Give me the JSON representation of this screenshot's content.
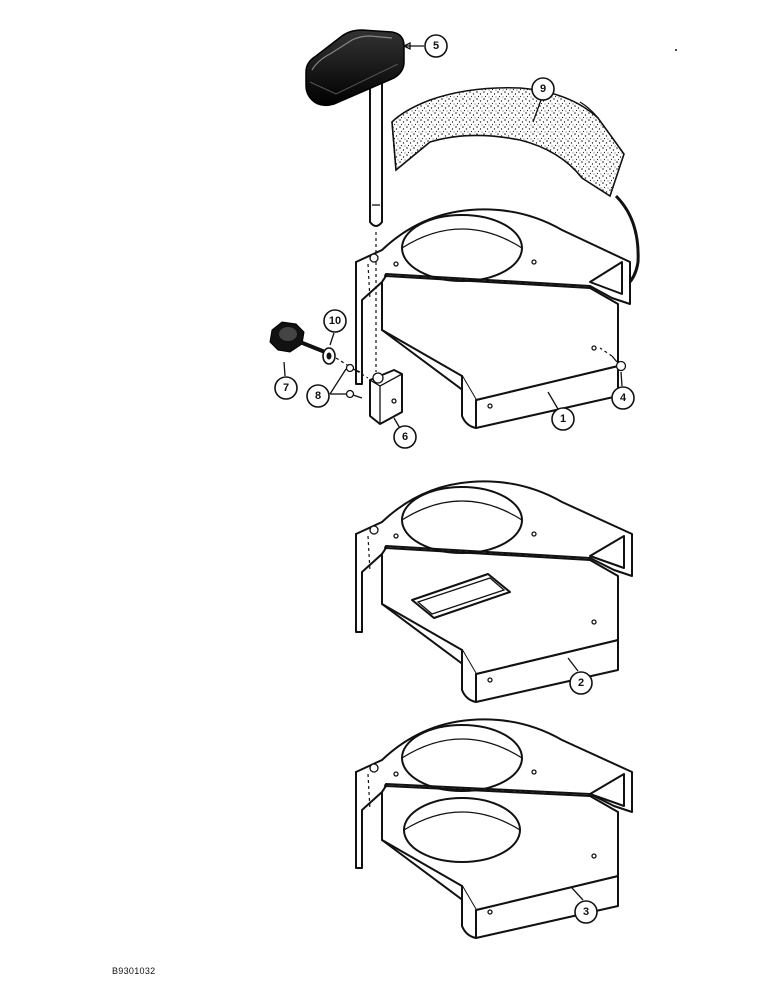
{
  "figure": {
    "reference_code": "B9301032",
    "callouts": [
      {
        "id": "1",
        "label": "1"
      },
      {
        "id": "2",
        "label": "2"
      },
      {
        "id": "3",
        "label": "3"
      },
      {
        "id": "4",
        "label": "4"
      },
      {
        "id": "5",
        "label": "5"
      },
      {
        "id": "6",
        "label": "6"
      },
      {
        "id": "7",
        "label": "7"
      },
      {
        "id": "8",
        "label": "8"
      },
      {
        "id": "9",
        "label": "9"
      },
      {
        "id": "10",
        "label": "10"
      }
    ]
  }
}
